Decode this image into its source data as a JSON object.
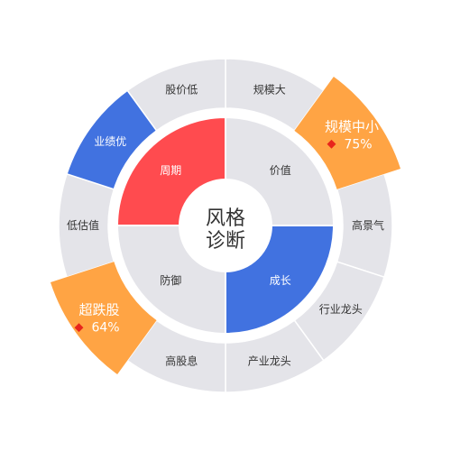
{
  "center": {
    "line1": "风格",
    "line2": "诊断"
  },
  "colors": {
    "base": "#e4e4e9",
    "red": "#ff4b4f",
    "blue": "#4172e0",
    "orange": "#ffa444",
    "diamond": "#e8251c",
    "divider": "#ffffff"
  },
  "inner_quadrants": [
    {
      "label": "价值",
      "color": "base",
      "text": "dark"
    },
    {
      "label": "成长",
      "color": "blue",
      "text": "light"
    },
    {
      "label": "防御",
      "color": "base",
      "text": "dark"
    },
    {
      "label": "周期",
      "color": "red",
      "text": "light"
    }
  ],
  "outer_segments": [
    {
      "label": "规模大",
      "color": "base"
    },
    {
      "label": "规模中小",
      "color": "orange",
      "highlight": true,
      "value": "75%"
    },
    {
      "label": "高景气",
      "color": "base"
    },
    {
      "label": "行业龙头",
      "color": "base"
    },
    {
      "label": "产业龙头",
      "color": "base"
    },
    {
      "label": "高股息",
      "color": "base"
    },
    {
      "label": "超跌股",
      "color": "orange",
      "highlight": true,
      "value": "64%"
    },
    {
      "label": "低估值",
      "color": "base"
    },
    {
      "label": "业绩优",
      "color": "blue"
    },
    {
      "label": "股价低",
      "color": "base"
    }
  ]
}
